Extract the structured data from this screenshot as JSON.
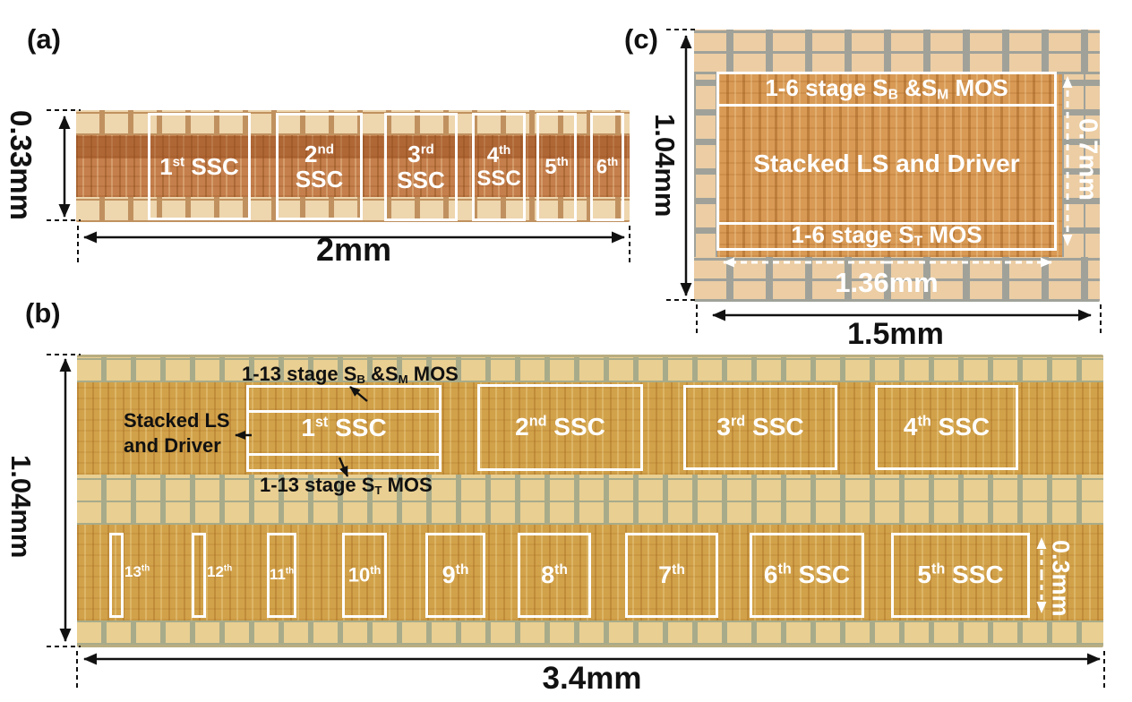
{
  "colors": {
    "white_overlay": "#ffffff",
    "black_ink": "#111111",
    "die_a_pad": "#eed6ae",
    "die_a_core": "#c57f4c",
    "die_a_gap": "#c0915f",
    "die_b_pad": "#e9cf92",
    "die_b_core": "#d2a24a",
    "die_b_gap": "#a8ab8a",
    "die_c_pad": "#eccda4",
    "die_c_core": "#d89a55",
    "die_c_gap": "#a0a29a"
  },
  "panel_a": {
    "tag": "(a)",
    "dim_height": "0.33mm",
    "dim_width": "2mm",
    "boxes": [
      {
        "num": "1",
        "ord": "st",
        "rest": " SSC"
      },
      {
        "num": "2",
        "ord": "nd",
        "rest": "SSC"
      },
      {
        "num": "3",
        "ord": "rd",
        "rest": "SSC"
      },
      {
        "num": "4",
        "ord": "th",
        "rest": "SSC"
      },
      {
        "num": "5",
        "ord": "th",
        "rest": ""
      },
      {
        "num": "6",
        "ord": "th",
        "rest": ""
      }
    ]
  },
  "panel_b": {
    "tag": "(b)",
    "dim_height": "1.04mm",
    "dim_width": "3.4mm",
    "dim_inner_height": "0.3mm",
    "ann_top": {
      "p1": "1-13 stage S",
      "s1": "B",
      "p2": " &S",
      "s2": "M",
      "p3": " MOS"
    },
    "ann_left": {
      "line1": "Stacked LS",
      "line2": "and Driver"
    },
    "ann_bottom": {
      "p1": "1-13 stage S",
      "s1": "T",
      "p2": " MOS"
    },
    "top_boxes": [
      {
        "num": "1",
        "ord": "st",
        "rest": " SSC"
      },
      {
        "num": "2",
        "ord": "nd",
        "rest": " SSC"
      },
      {
        "num": "3",
        "ord": "rd",
        "rest": " SSC"
      },
      {
        "num": "4",
        "ord": "th",
        "rest": " SSC"
      }
    ],
    "bottom_boxes": [
      {
        "num": "13",
        "ord": "th",
        "rest": ""
      },
      {
        "num": "12",
        "ord": "th",
        "rest": ""
      },
      {
        "num": "11",
        "ord": "th",
        "rest": ""
      },
      {
        "num": "10",
        "ord": "th",
        "rest": ""
      },
      {
        "num": "9",
        "ord": "th",
        "rest": ""
      },
      {
        "num": "8",
        "ord": "th",
        "rest": ""
      },
      {
        "num": "7",
        "ord": "th",
        "rest": ""
      },
      {
        "num": "6",
        "ord": "th",
        "rest": " SSC"
      },
      {
        "num": "5",
        "ord": "th",
        "rest": " SSC"
      }
    ]
  },
  "panel_c": {
    "tag": "(c)",
    "dim_height": "1.04mm",
    "dim_width": "1.5mm",
    "dim_inner_width": "1.36mm",
    "dim_inner_height": "0.7mm",
    "band_top": {
      "p1": "1-6 stage S",
      "s1": "B",
      "p2": " &S",
      "s2": "M",
      "p3": " MOS"
    },
    "center_label": "Stacked LS and Driver",
    "band_bottom": {
      "p1": "1-6 stage S",
      "s1": "T",
      "p2": " MOS"
    }
  }
}
